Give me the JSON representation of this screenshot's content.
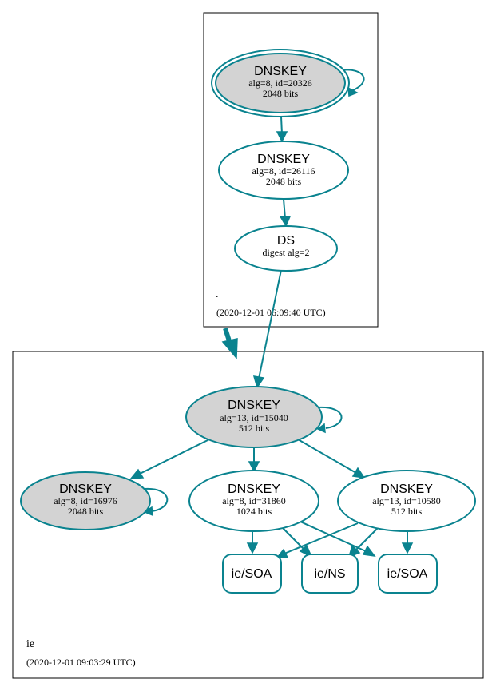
{
  "zones": {
    "root": {
      "label": ".",
      "timestamp": "(2020-12-01 06:09:40 UTC)"
    },
    "ie": {
      "label": "ie",
      "timestamp": "(2020-12-01 09:03:29 UTC)"
    }
  },
  "nodes": {
    "root_ksk": {
      "title": "DNSKEY",
      "line1": "alg=8, id=20326",
      "line2": "2048 bits"
    },
    "root_zsk": {
      "title": "DNSKEY",
      "line1": "alg=8, id=26116",
      "line2": "2048 bits"
    },
    "ie_ds": {
      "title": "DS",
      "line1": "digest alg=2"
    },
    "ie_ksk": {
      "title": "DNSKEY",
      "line1": "alg=13, id=15040",
      "line2": "512 bits"
    },
    "ie_key_16976": {
      "title": "DNSKEY",
      "line1": "alg=8, id=16976",
      "line2": "2048 bits"
    },
    "ie_key_31860": {
      "title": "DNSKEY",
      "line1": "alg=8, id=31860",
      "line2": "1024 bits"
    },
    "ie_key_10580": {
      "title": "DNSKEY",
      "line1": "alg=13, id=10580",
      "line2": "512 bits"
    },
    "rrset_soa_1": {
      "title": "ie/SOA"
    },
    "rrset_ns": {
      "title": "ie/NS"
    },
    "rrset_soa_2": {
      "title": "ie/SOA"
    }
  },
  "colors": {
    "edge": "#0a838f",
    "key_fill": "#d3d3d3",
    "node_fill": "#ffffff"
  }
}
